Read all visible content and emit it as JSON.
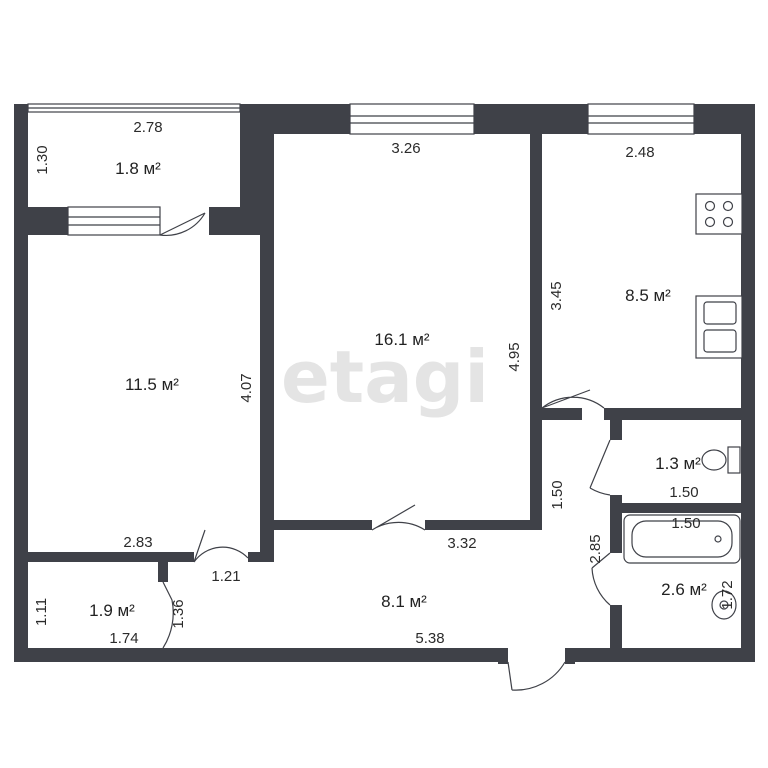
{
  "watermark": "etagi",
  "rooms": {
    "balcony": {
      "area": "1.8 м²",
      "width": "2.78",
      "depth": "1.30"
    },
    "bedroom": {
      "area": "11.5 м²",
      "width": "2.83",
      "height": "4.07"
    },
    "living": {
      "area": "16.1 м²",
      "top": "3.26",
      "bottom": "3.32",
      "height": "4.95"
    },
    "kitchen": {
      "area": "8.5 м²",
      "width": "2.48",
      "height": "3.45"
    },
    "toilet": {
      "area": "1.3 м²",
      "width": "1.50",
      "height": "1.50"
    },
    "bathroom": {
      "area": "2.6 м²",
      "width": "1.50",
      "height": "1.72"
    },
    "hallway": {
      "area": "8.1 м²",
      "length": "5.38",
      "width": "2.85",
      "passage": "1.21"
    },
    "storage": {
      "area": "1.9 м²",
      "width": "1.74",
      "height": "1.11",
      "side": "1.36"
    }
  }
}
